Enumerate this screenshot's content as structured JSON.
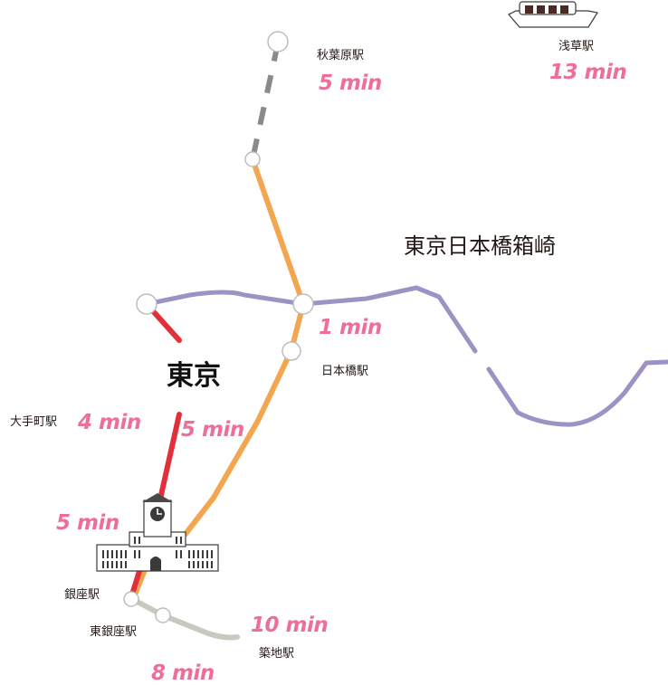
{
  "map": {
    "area_label": "東京日本橋箱崎",
    "center_label": "東京",
    "stations": {
      "akihabara": "秋葉原駅",
      "asakusa": "浅草駅",
      "nihonbashi": "日本橋駅",
      "otemachi": "大手町駅",
      "ginza": "銀座駅",
      "higashi_ginza": "東銀座駅",
      "tsukiji": "築地駅"
    },
    "times": {
      "akihabara": "5 min",
      "asakusa": "13 min",
      "hub": "1 min",
      "nihonbashi": "5 min",
      "otemachi": "4 min",
      "ginza": "5 min",
      "tsukiji": "10 min",
      "higashi_ginza": "8 min"
    },
    "line_colors": {
      "orange_line": "#f3a64f",
      "purple_line": "#9d92c3",
      "red_line": "#e2303b",
      "gray_line": "#8a8a8a",
      "silver_line": "#c9c9c0"
    },
    "icons": {
      "building": "tokyo-station-building-icon",
      "boat": "sightseeing-boat-icon"
    }
  }
}
